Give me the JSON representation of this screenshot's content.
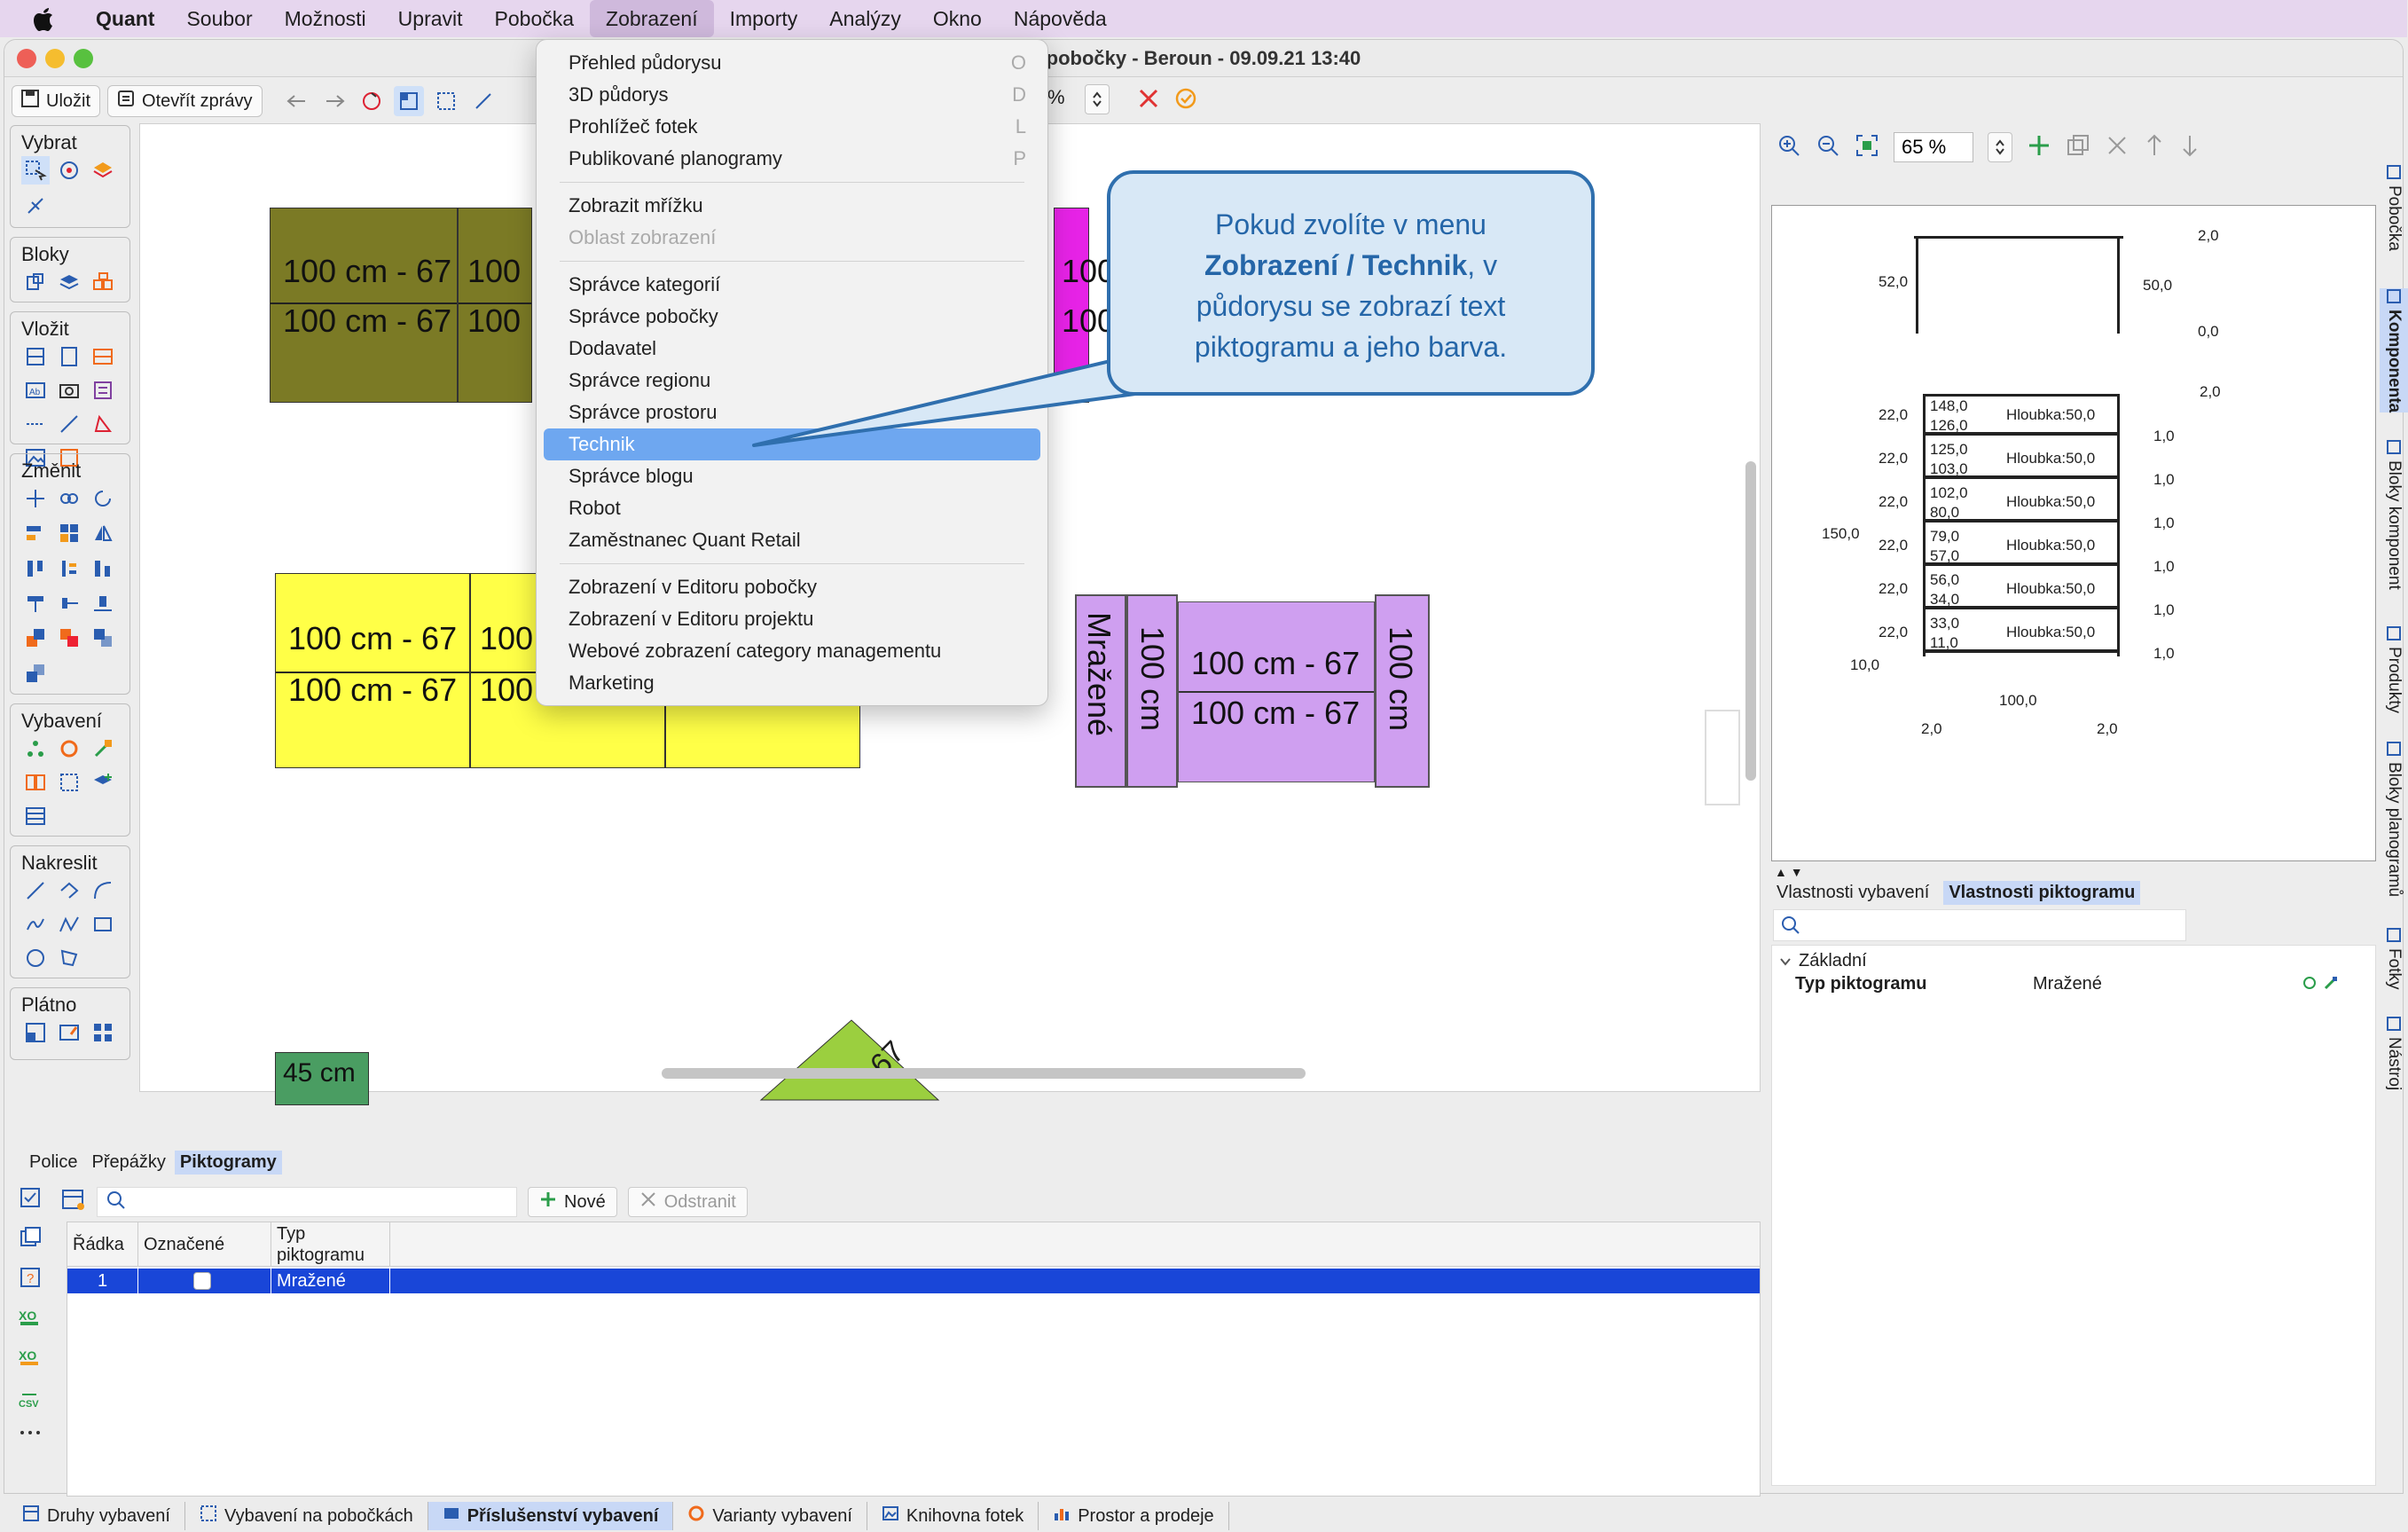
{
  "menubar": {
    "app_name": "Quant",
    "items": [
      "Soubor",
      "Možnosti",
      "Upravit",
      "Pobočka",
      "Zobrazení",
      "Importy",
      "Analýzy",
      "Okno",
      "Nápověda"
    ],
    "active_index": 4
  },
  "window": {
    "title": "r pobočky - Beroun - 09.09.21 13:40"
  },
  "toolbar": {
    "save_label": "Uložit",
    "open_reports_label": "Otevřít zprávy",
    "zoom_suffix": "%"
  },
  "palette": {
    "groups": [
      "Vybrat",
      "Bloky",
      "Vložit",
      "Změnit",
      "Vybavení",
      "Nakreslit",
      "Plátno"
    ]
  },
  "dropdown": {
    "items": [
      {
        "label": "Přehled půdorysu",
        "shortcut": "O"
      },
      {
        "label": "3D půdorys",
        "shortcut": "D"
      },
      {
        "label": "Prohlížeč fotek",
        "shortcut": "L"
      },
      {
        "label": "Publikované planogramy",
        "shortcut": "P"
      },
      {
        "label": "Zobrazit mřížku",
        "shortcut": ""
      },
      {
        "label": "Oblast zobrazení",
        "shortcut": ""
      },
      {
        "label": "Správce kategorií",
        "shortcut": ""
      },
      {
        "label": "Správce pobočky",
        "shortcut": ""
      },
      {
        "label": "Dodavatel",
        "shortcut": ""
      },
      {
        "label": "Správce regionu",
        "shortcut": ""
      },
      {
        "label": "Správce prostoru",
        "shortcut": ""
      },
      {
        "label": "Technik",
        "shortcut": ""
      },
      {
        "label": "Správce blogu",
        "shortcut": ""
      },
      {
        "label": "Robot",
        "shortcut": ""
      },
      {
        "label": "Zaměstnanec Quant Retail",
        "shortcut": ""
      },
      {
        "label": "Zobrazení v Editoru pobočky",
        "shortcut": ""
      },
      {
        "label": "Zobrazení v Editoru projektu",
        "shortcut": ""
      },
      {
        "label": "Webové zobrazení category managementu",
        "shortcut": ""
      },
      {
        "label": "Marketing",
        "shortcut": ""
      }
    ],
    "disabled_label": "Oblast zobrazení",
    "selected_label": "Technik"
  },
  "callout": {
    "line1": "Pokud zvolíte v menu",
    "bold": "Zobrazení / Technik",
    "line2_rest": ", v",
    "line3": "půdorysu se zobrazí text",
    "line4": "piktogramu a jeho barva."
  },
  "canvas": {
    "shelf_text": "100 cm - 67",
    "shelf_short": "100",
    "shelf_tall": "100 cm",
    "frozen_label": "Mražené",
    "small_block": "45 cm",
    "diamond_label": "67",
    "colors": {
      "olive": "#7b7a25",
      "magenta": "#e623e6",
      "yellow": "#ffff47",
      "lavender": "#cf9ff0",
      "green": "#4a9d62",
      "lime": "#9bcf3f"
    }
  },
  "rightpanel": {
    "zoom_value": "65 %",
    "drawing": {
      "top_labels": {
        "left": "52,0",
        "right": "50,0",
        "bottom_right": "0,0",
        "top_right": "2,0"
      },
      "right_top": "2,0",
      "height_label": "150,0",
      "base_label": "10,0",
      "width_label": "100,0",
      "feet": [
        "2,0",
        "2,0"
      ],
      "rows": [
        {
          "left": "22,0",
          "a": "148,0",
          "b": "126,0",
          "depth": "Hloubka:50,0",
          "gap": "1,0"
        },
        {
          "left": "22,0",
          "a": "125,0",
          "b": "103,0",
          "depth": "Hloubka:50,0",
          "gap": "1,0"
        },
        {
          "left": "22,0",
          "a": "102,0",
          "b": "80,0",
          "depth": "Hloubka:50,0",
          "gap": "1,0"
        },
        {
          "left": "22,0",
          "a": "79,0",
          "b": "57,0",
          "depth": "Hloubka:50,0",
          "gap": "1,0"
        },
        {
          "left": "22,0",
          "a": "56,0",
          "b": "34,0",
          "depth": "Hloubka:50,0",
          "gap": "1,0"
        },
        {
          "left": "22,0",
          "a": "33,0",
          "b": "11,0",
          "depth": "Hloubka:50,0",
          "gap": "1,0"
        }
      ]
    },
    "tabs": [
      "Vlastnosti vybavení",
      "Vlastnosti piktogramu"
    ],
    "active_tab": 1,
    "section": "Základní",
    "prop_name": "Typ piktogramu",
    "prop_value": "Mražené"
  },
  "vtabs": [
    "Pobočka",
    "Komponenta",
    "Bloky komponent",
    "Produkty",
    "Bloky planogramů",
    "Fotky",
    "Nástroj"
  ],
  "vtab_active": 1,
  "bottom": {
    "tabs": [
      "Police",
      "Přepážky",
      "Piktogramy"
    ],
    "active_tab": 2,
    "new_label": "Nové",
    "delete_label": "Odstranit",
    "columns": [
      "Řádka",
      "Označené",
      "Typ piktogramu"
    ],
    "rows": [
      {
        "row": "1",
        "marked": "",
        "type": "Mražené"
      }
    ]
  },
  "taskbar": {
    "items": [
      "Druhy vybavení",
      "Vybavení na pobočkách",
      "Příslušenství vybavení",
      "Varianty vybavení",
      "Knihovna fotek",
      "Prostor a prodeje"
    ],
    "active_index": 2
  }
}
